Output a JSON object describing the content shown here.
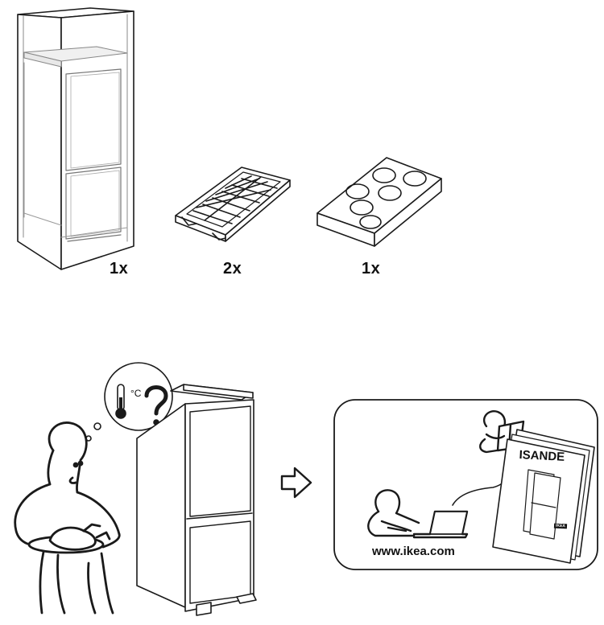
{
  "contents": {
    "fridge_qty": "1x",
    "ice_tray_qty": "2x",
    "egg_tray_qty": "1x"
  },
  "thought_bubble": {
    "unit_label": "°C",
    "question_mark": "?"
  },
  "info_panel": {
    "url": "www.ikea.com",
    "manual_title": "ISANDE",
    "brand": "IKEA"
  },
  "icons": [
    "refrigerator-icon",
    "ice-cube-tray-icon",
    "egg-tray-icon",
    "person-holding-chicken-icon",
    "thermometer-icon",
    "question-mark-icon",
    "arrow-right-icon",
    "person-reading-icon",
    "person-with-laptop-icon",
    "manual-booklet-icon"
  ]
}
